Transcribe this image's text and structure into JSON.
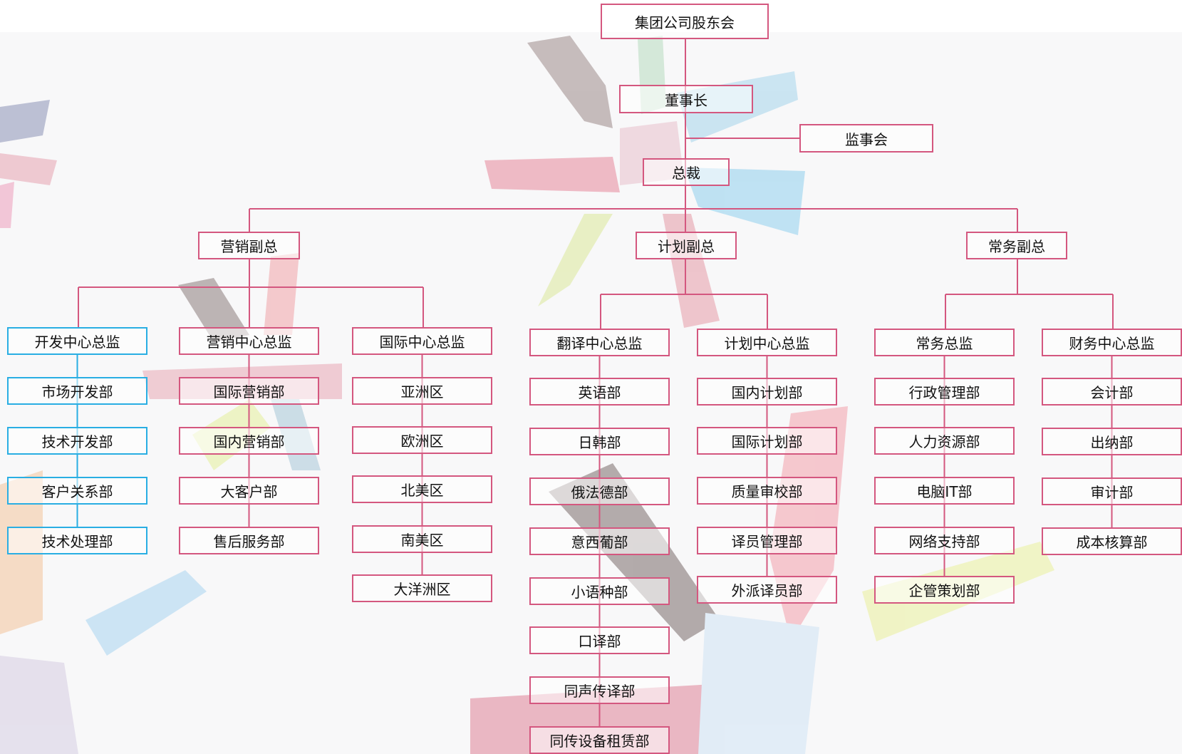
{
  "colors": {
    "pink": "#d4577f",
    "blue": "#29aee3"
  },
  "top": {
    "shareholders": "集团公司股东会",
    "chairman": "董事长",
    "supervisors": "监事会",
    "president": "总裁"
  },
  "vps": {
    "marketing": "营销副总",
    "planning": "计划副总",
    "executive": "常务副总"
  },
  "columns": [
    {
      "head": "开发中心总监",
      "items": [
        "市场开发部",
        "技术开发部",
        "客户关系部",
        "技术处理部"
      ]
    },
    {
      "head": "营销中心总监",
      "items": [
        "国际营销部",
        "国内营销部",
        "大客户部",
        "售后服务部"
      ]
    },
    {
      "head": "国际中心总监",
      "items": [
        "亚洲区",
        "欧洲区",
        "北美区",
        "南美区",
        "大洋洲区"
      ]
    },
    {
      "head": "翻译中心总监",
      "items": [
        "英语部",
        "日韩部",
        "俄法德部",
        "意西葡部",
        "小语种部",
        "口译部",
        "同声传译部",
        "同传设备租赁部"
      ]
    },
    {
      "head": "计划中心总监",
      "items": [
        "国内计划部",
        "国际计划部",
        "质量审校部",
        "译员管理部",
        "外派译员部"
      ]
    },
    {
      "head": "常务总监",
      "items": [
        "行政管理部",
        "人力资源部",
        "电脑IT部",
        "网络支持部",
        "企管策划部"
      ]
    },
    {
      "head": "财务中心总监",
      "items": [
        "会计部",
        "出纳部",
        "审计部",
        "成本核算部"
      ]
    }
  ]
}
